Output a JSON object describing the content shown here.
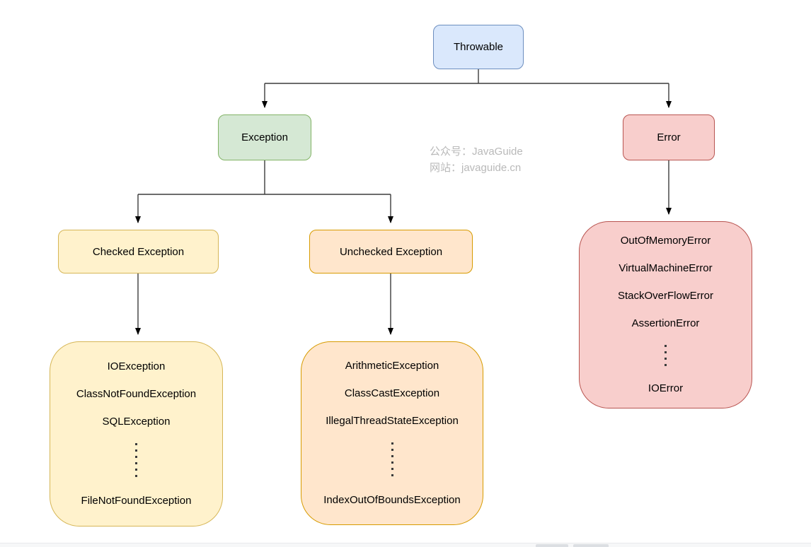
{
  "nodes": {
    "throwable": {
      "label": "Throwable",
      "fill": "#dae8fc",
      "stroke": "#6c8ebf"
    },
    "exception": {
      "label": "Exception",
      "fill": "#d5e8d4",
      "stroke": "#82b366"
    },
    "error": {
      "label": "Error",
      "fill": "#f8cecc",
      "stroke": "#b85450"
    },
    "checked": {
      "label": "Checked Exception",
      "fill": "#fff2cc",
      "stroke": "#d6b656"
    },
    "unchecked": {
      "label": "Unchecked Exception",
      "fill": "#ffe6cc",
      "stroke": "#d79b00"
    }
  },
  "lists": {
    "checked": {
      "items": [
        "IOException",
        "ClassNotFoundException",
        "SQLException",
        "FileNotFoundException"
      ],
      "ellipsis_before_last": true
    },
    "unchecked": {
      "items": [
        "ArithmeticException",
        "ClassCastException",
        "IllegalThreadStateException",
        "IndexOutOfBoundsException"
      ],
      "ellipsis_before_last": true
    },
    "error": {
      "items": [
        "OutOfMemoryError",
        "VirtualMachineError",
        "StackOverFlowError",
        "AssertionError",
        "IOError"
      ],
      "ellipsis_before_last": true
    }
  },
  "watermark": {
    "line1": "公众号：JavaGuide",
    "line2": "网站：javaguide.cn",
    "color": "#b9b9b9"
  },
  "connector_color": "#3b3b3b"
}
